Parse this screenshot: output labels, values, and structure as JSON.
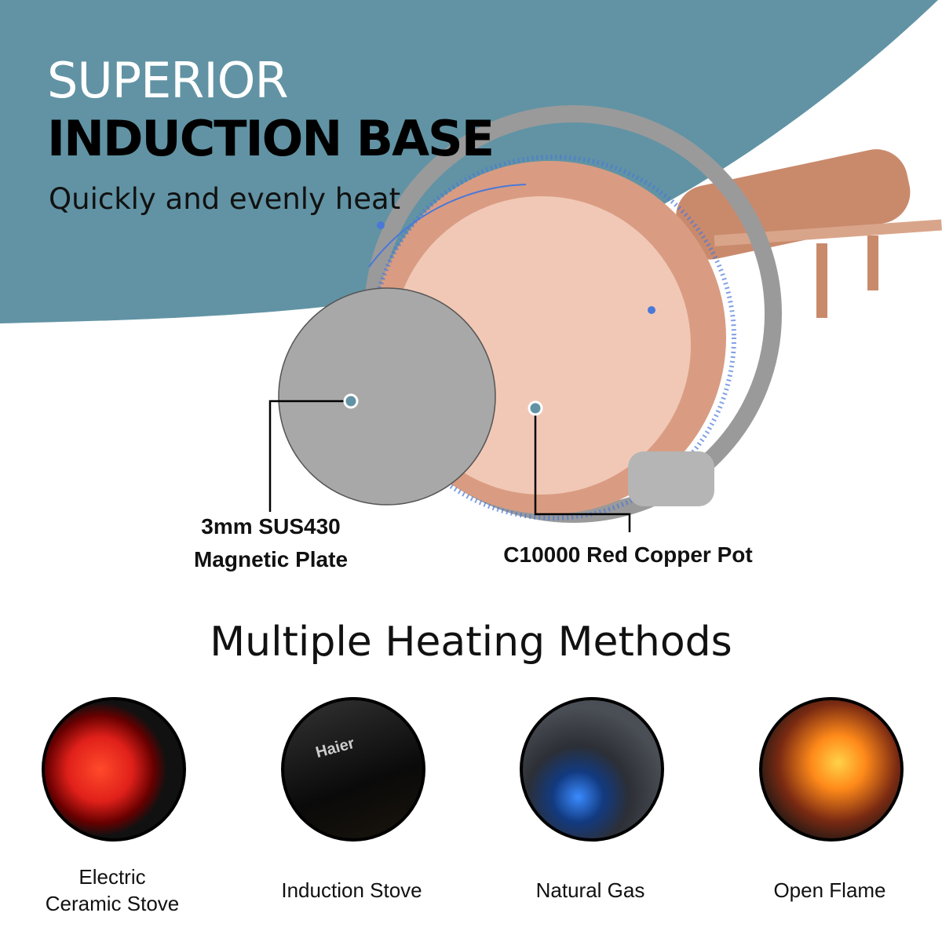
{
  "header": {
    "title_line1": "SUPERIOR",
    "title_line2": "INDUCTION BASE",
    "subtitle": "Quickly and evenly heat"
  },
  "callouts": {
    "plate_line1": "3mm SUS430",
    "plate_line2": "Magnetic Plate",
    "pot": "C10000 Red Copper Pot"
  },
  "methods": {
    "title": "Multiple Heating Methods",
    "items": [
      {
        "line1": "Electric",
        "line2": "Ceramic Stove"
      },
      {
        "label": "Induction Stove",
        "brand": "Haier"
      },
      {
        "label": "Natural Gas"
      },
      {
        "label": "Open Flame"
      }
    ]
  },
  "colors": {
    "teal": "#6193a4",
    "copper": "#e8b8a4",
    "plate": "#a8a8a8"
  }
}
